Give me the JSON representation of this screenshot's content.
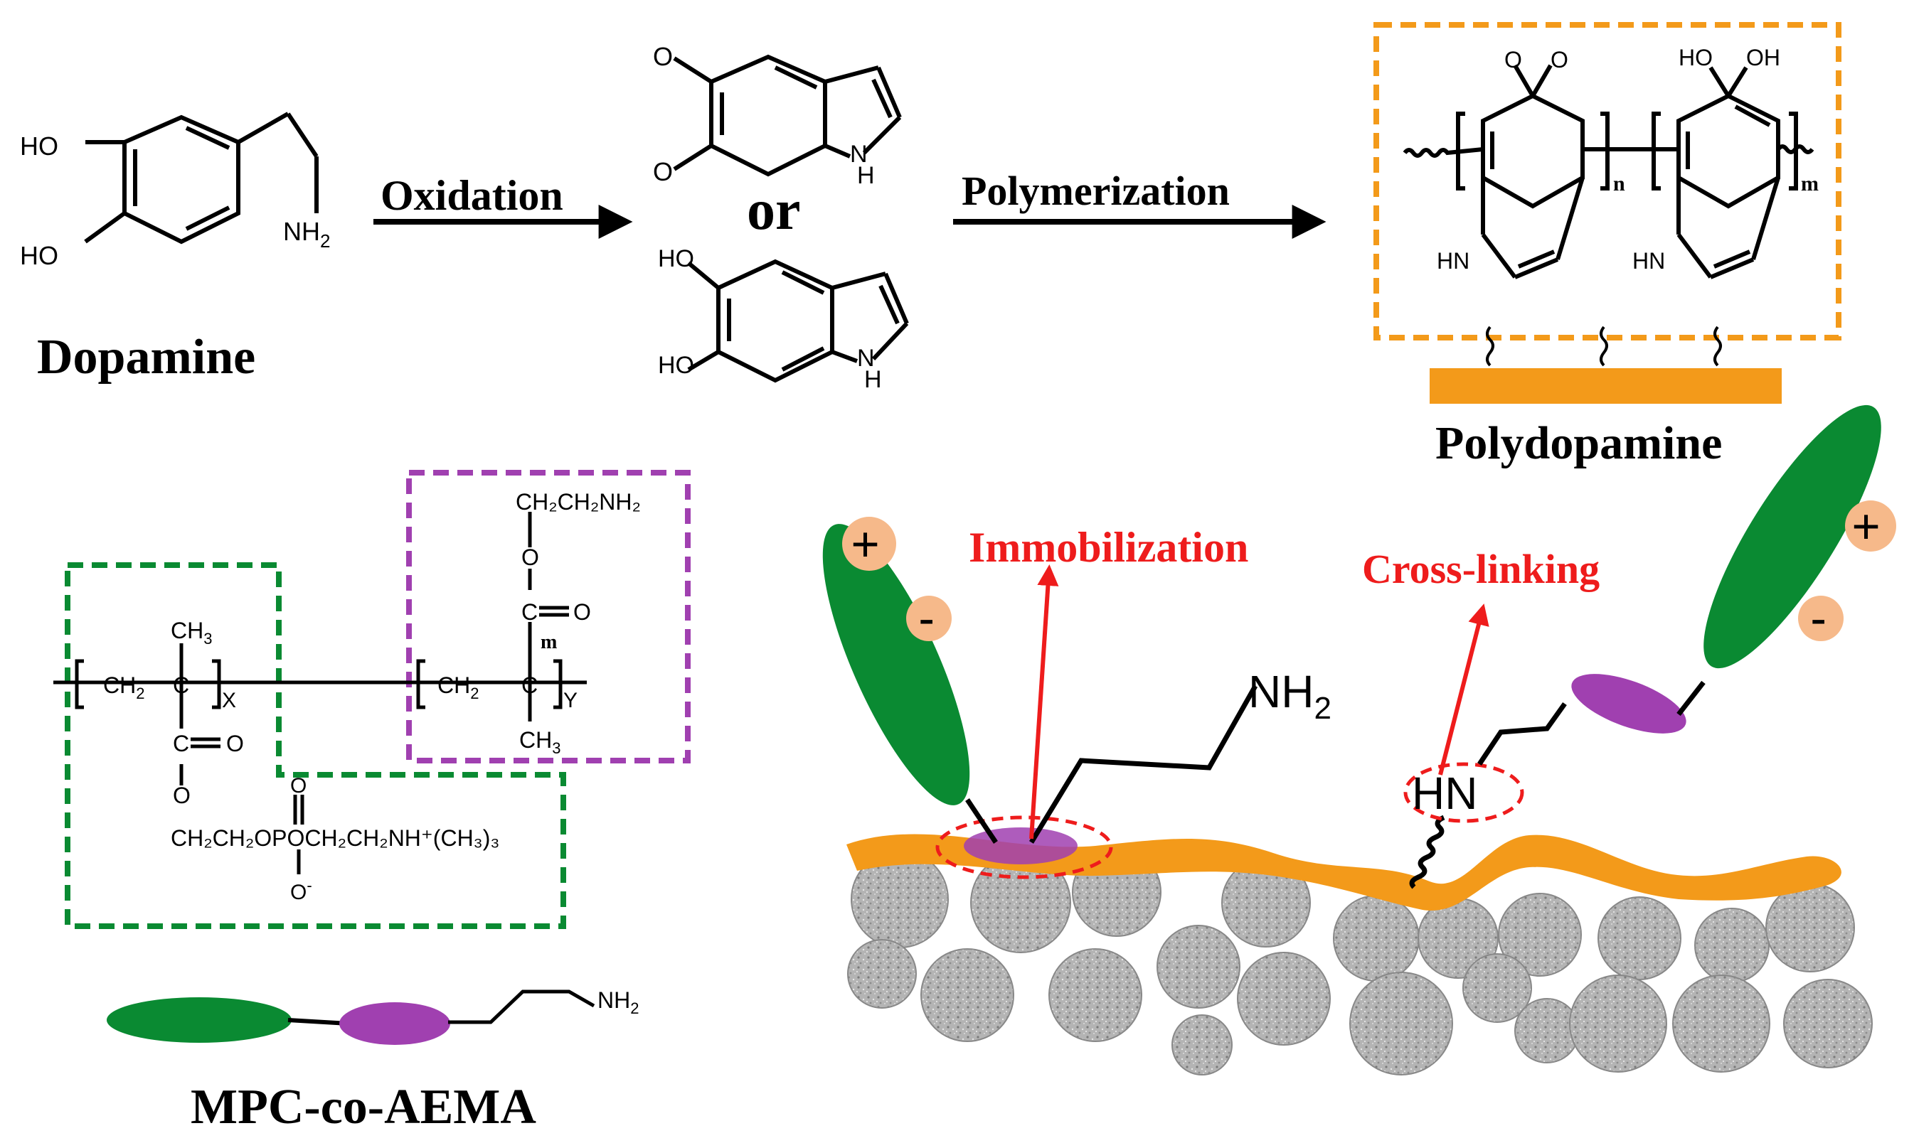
{
  "colors": {
    "green": "#0a8a32",
    "purple": "#a040b0",
    "orange": "#f39a1a",
    "red": "#ee1c1c",
    "black": "#000000",
    "bead": "#a8a8a8",
    "charge_circle": "#f6b98a"
  },
  "dopamine": {
    "name": "Dopamine",
    "ho_top": "HO",
    "ho_bottom": "HO",
    "amine_label": "NH",
    "amine_sub": "2"
  },
  "oxidation": {
    "label": "Oxidation"
  },
  "intermediates": {
    "or_label": "or",
    "quinone_o_top": "O",
    "quinone_o_bottom": "O",
    "quinone_nh": "H",
    "quinone_n": "N",
    "dhi_ho_top": "HO",
    "dhi_ho_bottom": "HO",
    "dhi_n": "N",
    "dhi_h": "H"
  },
  "polymerization": {
    "label": "Polymerization"
  },
  "polydopamine": {
    "name": "Polydopamine",
    "o_left": "O",
    "o_right": "O",
    "ho_left": "HO",
    "oh_right": "OH",
    "hn_left": "HN",
    "hn_right": "HN",
    "sub_n": "n",
    "sub_m": "m"
  },
  "copolymer": {
    "name": "MPC-co-AEMA",
    "ch2_left": "CH",
    "ch2_left_sub": "2",
    "ch3_top": "CH",
    "ch3_top_sub": "3",
    "c_left": "C",
    "sub_x": "X",
    "ch2_right": "CH",
    "ch2_right_sub": "2",
    "c_right": "C",
    "sub_y": "Y",
    "ch3_bottom": "CH",
    "ch3_bottom_sub": "3",
    "carbonyl_left_c": "C",
    "carbonyl_left_o": "O",
    "ester_o_left": "O",
    "phosphate_chain": "CH₂CH₂OPOCH₂CH₂NH⁺(CH₃)₃",
    "phosphate_o_top": "O",
    "phosphate_o_bottom": "O",
    "phosphate_o_bottom_charge": "-",
    "carbonyl_right_c": "C",
    "carbonyl_right_o": "O",
    "ester_o_right": "O",
    "sub_m": "m",
    "amine_chain": "CH₂CH₂NH₂",
    "legend_amine": "NH",
    "legend_amine_sub": "2"
  },
  "surface": {
    "immobilization_label": "Immobilization",
    "crosslinking_label": "Cross-linking",
    "nh2_label": "NH",
    "nh2_sub": "2",
    "hn_label": "HN",
    "plus_left": "+",
    "minus_left": "-",
    "plus_right": "+",
    "minus_right": "-"
  }
}
